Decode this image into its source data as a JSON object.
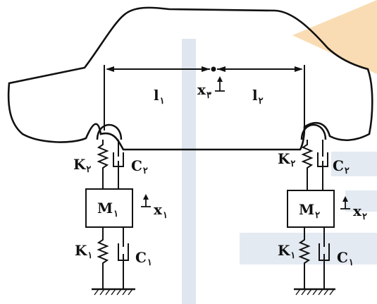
{
  "colors": {
    "line": "#111111",
    "watermark_orange": "#f6c98a",
    "watermark_blue": "#dfe6ef"
  },
  "labels": {
    "l1": {
      "base": "l",
      "sub": "۱"
    },
    "l2": {
      "base": "l",
      "sub": "۲"
    },
    "x3": {
      "base": "x",
      "sub": "۳"
    },
    "left": {
      "k_upper": {
        "base": "K",
        "sub": "۲"
      },
      "c_upper": {
        "base": "C",
        "sub": "۲"
      },
      "mass": {
        "base": "M",
        "sub": "۱"
      },
      "x": {
        "base": "x",
        "sub": "۱"
      },
      "k_lower": {
        "base": "K",
        "sub": "۱"
      },
      "c_lower": {
        "base": "C",
        "sub": "۱"
      }
    },
    "right": {
      "k_upper": {
        "base": "K",
        "sub": "۲"
      },
      "c_upper": {
        "base": "C",
        "sub": "۲"
      },
      "mass": {
        "base": "M",
        "sub": "۲"
      },
      "x": {
        "base": "x",
        "sub": "۲"
      },
      "k_lower": {
        "base": "K",
        "sub": "۱"
      },
      "c_lower": {
        "base": "C",
        "sub": "۱"
      }
    }
  }
}
